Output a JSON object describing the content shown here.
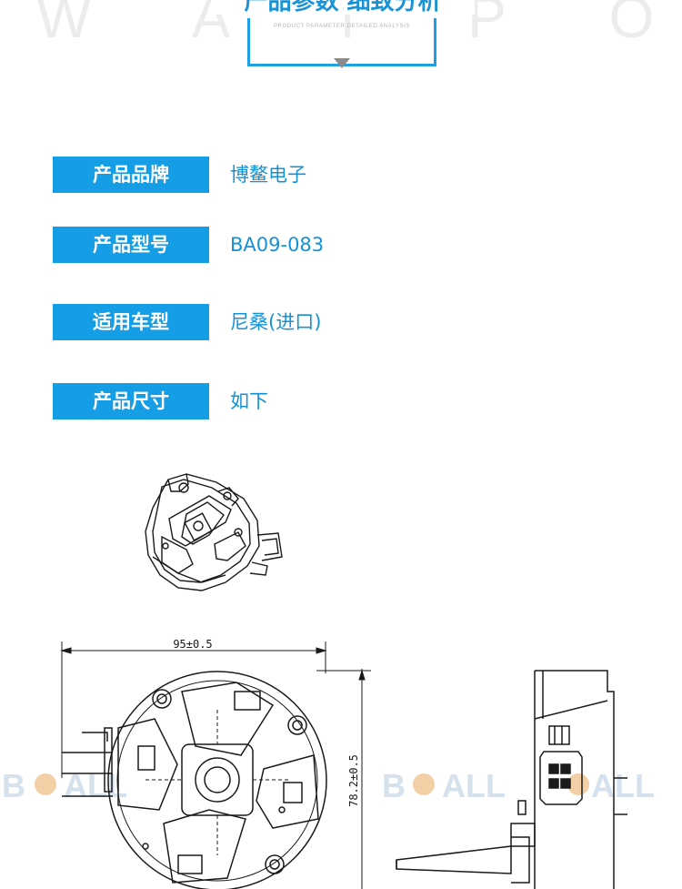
{
  "background_word": "W A T P O M P",
  "header": {
    "title": "产品参数 细致分析",
    "subtitle": "PRODUCT PARAMETER DETAILED ANALYSIS"
  },
  "params": [
    {
      "label": "产品品牌",
      "value": "博鳌电子"
    },
    {
      "label": "产品型号",
      "value": "BA09-083"
    },
    {
      "label": "适用车型",
      "value": "尼桑(进口)"
    },
    {
      "label": "产品尺寸",
      "value": "如下"
    }
  ],
  "drawing": {
    "width_dim": "95±0.5",
    "height_dim": "78.2±0.5",
    "watermark": [
      "B",
      "ALL"
    ]
  },
  "colors": {
    "accent": "#159ee6",
    "value_text": "#1592d6",
    "line": "#1a1a1a",
    "watermark": "#d5e2ee"
  }
}
